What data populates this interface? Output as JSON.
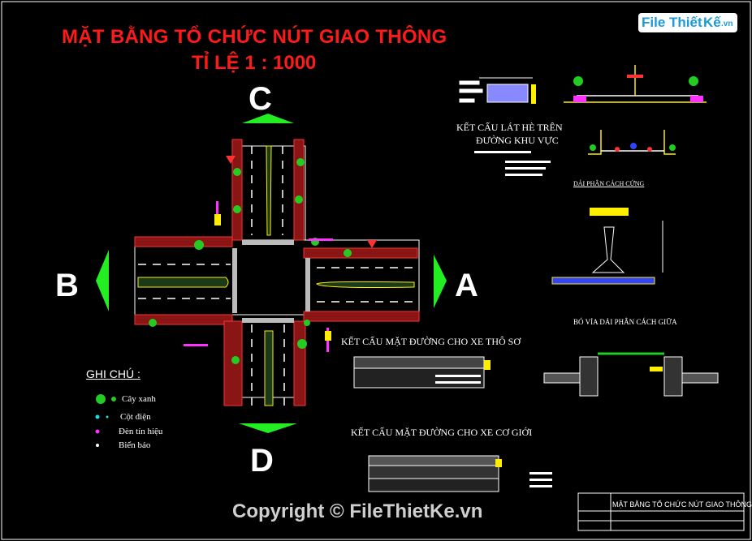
{
  "title": {
    "line1": "MẶT BẰNG TỔ CHỨC NÚT GIAO THÔNG",
    "line2": "TỈ LỆ 1 : 1000"
  },
  "directions": {
    "north": "C",
    "south": "D",
    "west": "B",
    "east": "A"
  },
  "legend": {
    "heading": "GHI CHÚ :",
    "items": [
      {
        "label": "Cây xanh",
        "color": "#22cc22"
      },
      {
        "label": "Cột điện",
        "color": "#22dddd"
      },
      {
        "label": "Đèn tín hiệu",
        "color": "#ff33ff"
      },
      {
        "label": "Biển báo",
        "color": "#ffffff"
      }
    ]
  },
  "details": {
    "sidewalk": {
      "line1": "KẾT CẤU LÁT HÈ TRÊN",
      "line2": "ĐƯỜNG KHU VỰC"
    },
    "hard_divider": "DẢI PHÂN CÁCH CỨNG",
    "curb": "BÓ VỈA DẢI PHÂN CÁCH GIỮA",
    "rudimentary_road": "KẾT CẤU MẶT ĐƯỜNG CHO XE THÔ SƠ",
    "motor_road": "KẾT CẤU MẶT ĐƯỜNG CHO XE CƠ GIỚI"
  },
  "title_block": {
    "name": "MẶT BẰNG TỔ CHỨC NÚT GIAO THÔNG"
  },
  "watermark": {
    "logo_file": "File",
    "logo_thiet": "Thiết",
    "logo_ke": "Kế",
    "logo_vn": ".vn",
    "copyright": "Copyright © FileThietKe.vn"
  },
  "colors": {
    "title": "#ff1a1a",
    "arrow": "#22ee22",
    "sidewalk": "#8a1515",
    "tree": "#22cc22",
    "pole": "#22dddd",
    "signal": "#ff33ff",
    "hatch_blue": "#3344ff",
    "yellow": "#ffee00"
  }
}
